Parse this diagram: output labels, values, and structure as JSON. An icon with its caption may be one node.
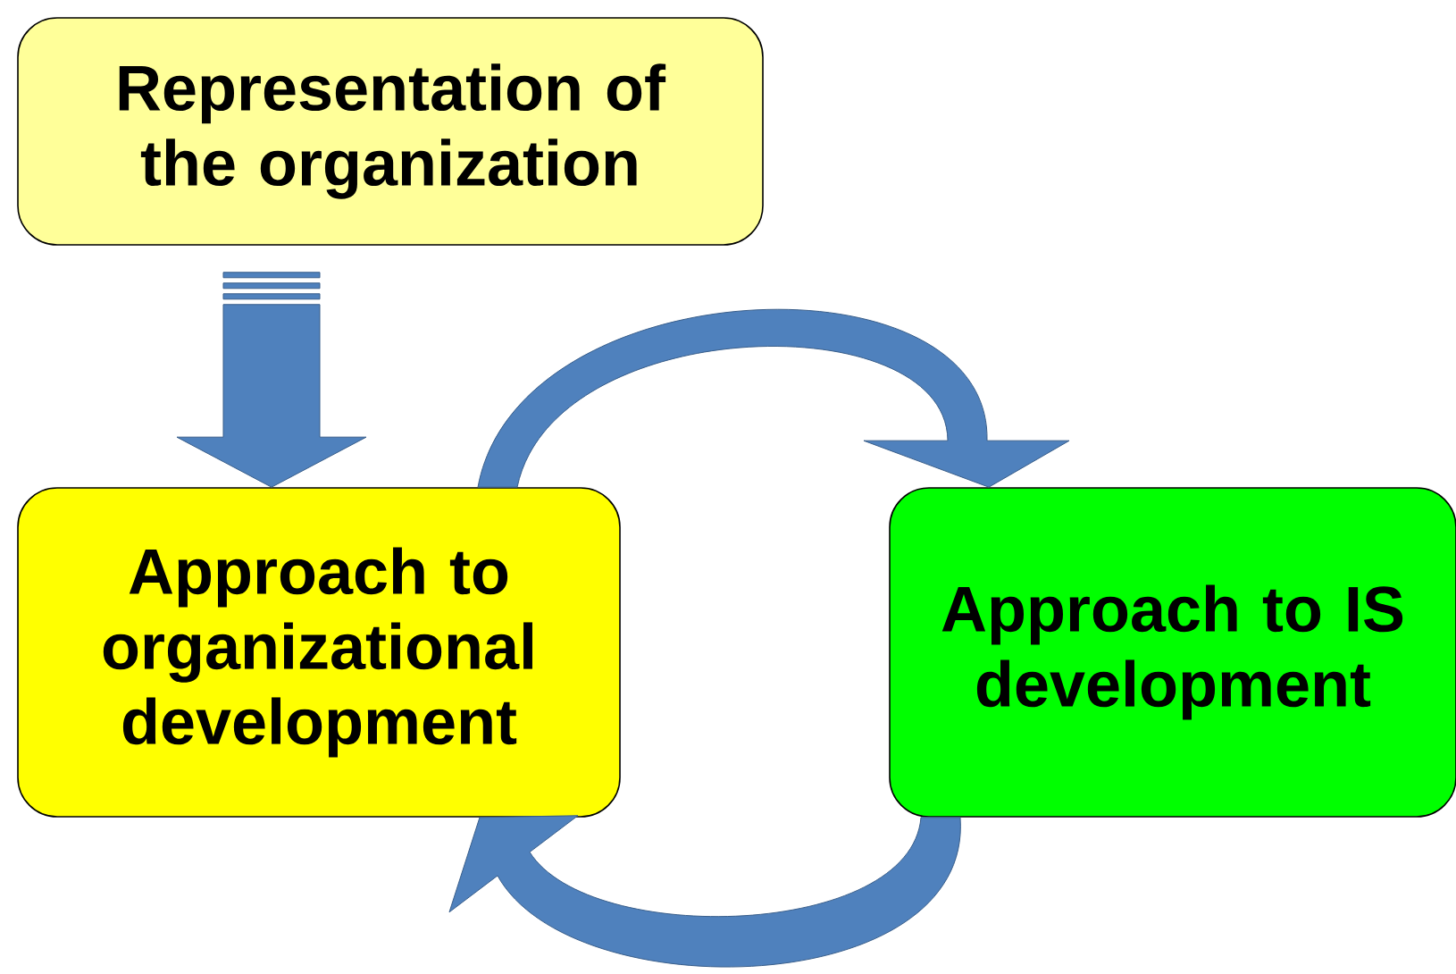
{
  "diagram": {
    "nodes": [
      {
        "text": [
          "Representation of the organization"
        ]
      },
      {
        "text": [
          "Approach to organizational development"
        ]
      },
      {
        "text": [
          "Approach to IS development"
        ]
      }
    ],
    "edges": [
      {
        "from": 0,
        "to": 1,
        "arrow": "to"
      },
      {
        "from": 1,
        "to": 2,
        "arrow": "to"
      },
      {
        "from": 2,
        "to": 1,
        "arrow": "to"
      }
    ]
  }
}
